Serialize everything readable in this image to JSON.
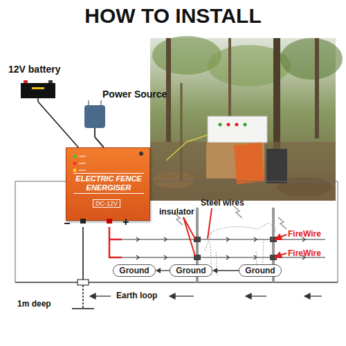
{
  "diagram": {
    "title": "HOW TO INSTALL",
    "nodes": [
      {
        "text": [
          "12V battery"
        ]
      },
      {
        "text": [
          "Power Source"
        ]
      },
      {
        "text": [
          "ELECTRIC FENCE ENERGISER",
          "DC-12V"
        ]
      },
      {
        "text": [
          "Ground"
        ]
      },
      {
        "text": [
          "Ground"
        ]
      },
      {
        "text": [
          "Ground"
        ]
      }
    ],
    "edges": [
      {
        "from": 0,
        "to": 2,
        "arrow": "none"
      },
      {
        "from": 1,
        "to": 2,
        "arrow": "none"
      },
      {
        "from": 4,
        "to": 3,
        "arrow": "to"
      },
      {
        "from": 5,
        "to": 4,
        "arrow": "to"
      }
    ],
    "labels": [
      "−",
      "+",
      "insulator",
      "Steel wires",
      "FireWire",
      "FireWire",
      "1m deep",
      "Earth loop"
    ]
  }
}
